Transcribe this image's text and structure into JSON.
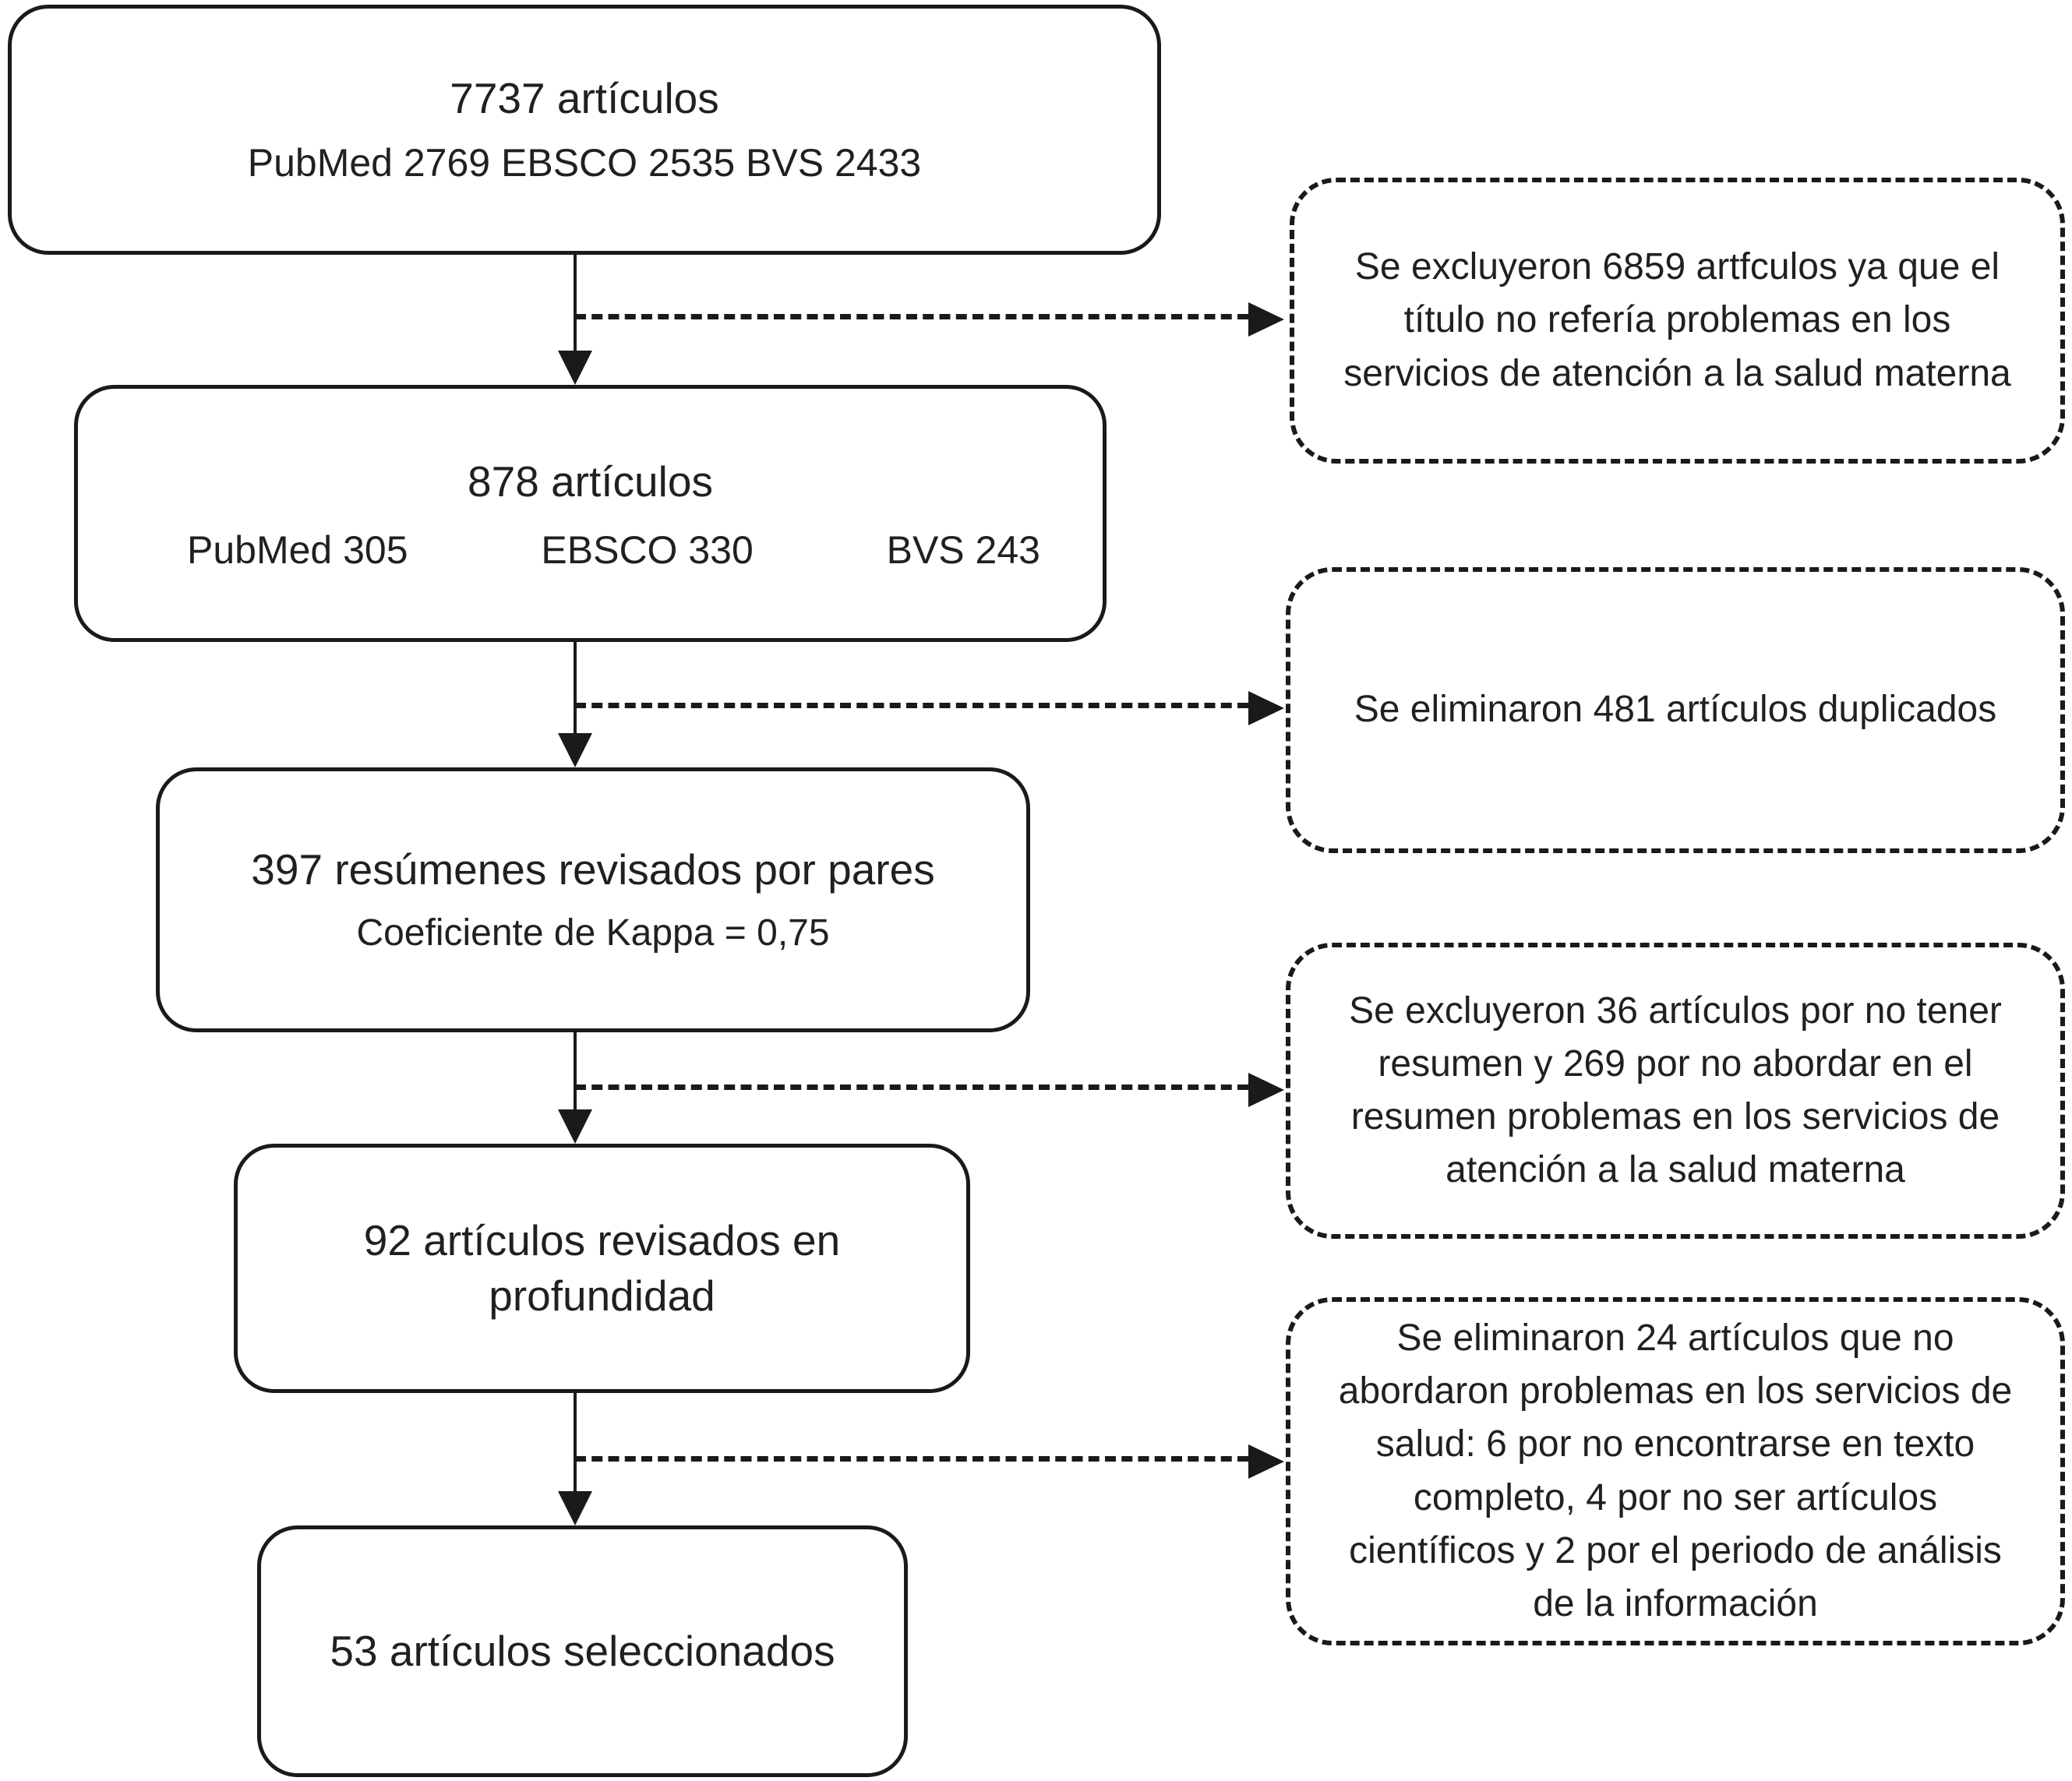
{
  "flowchart": {
    "main": {
      "box1": {
        "title": "7737 artículos",
        "subtitle": "PubMed 2769 EBSCO 2535 BVS 2433"
      },
      "box2": {
        "title": "878 artículos",
        "sources": {
          "pubmed": "PubMed 305",
          "ebsco": "EBSCO 330",
          "bvs": "BVS 243"
        }
      },
      "box3": {
        "title": "397 resúmenes revisados por pares",
        "subtitle": "Coeficiente de Kappa = 0,75"
      },
      "box4": {
        "title": "92 artículos revisados en profundidad"
      },
      "box5": {
        "title": "53 artículos seleccionados"
      }
    },
    "exclusions": {
      "note1": "Se excluyeron 6859 artfculos ya que el título no refería problemas en los servicios de atención a la salud materna",
      "note2": "Se eliminaron 481 artículos duplicados",
      "note3": "Se excluyeron 36 artículos por no tener resumen y 269 por no abordar en el resumen problemas en los servicios de atención a la salud materna",
      "note4": "Se eliminaron 24 artículos que no abordaron problemas en los servicios de salud: 6 por no encontrarse en texto completo, 4 por no ser artículos científicos y 2 por el periodo de análisis de la información"
    },
    "colors": {
      "line": "#1a1a1a",
      "text": "#231f20",
      "background": "#ffffff"
    }
  }
}
